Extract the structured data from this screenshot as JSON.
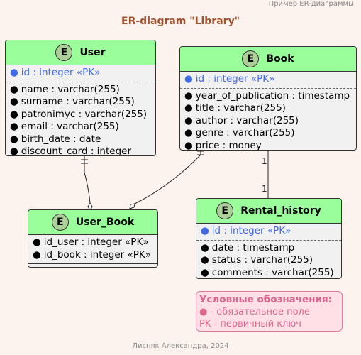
{
  "header_note": "Пример ER-диаграммы",
  "title": "ER-diagram \"Library\"",
  "footer_note": "Лисняк Александра, 2024",
  "entity_badge": "E",
  "bullet": "●",
  "entities": {
    "user": {
      "name": "User",
      "key_fields": [
        "id : integer «PK»"
      ],
      "fields": [
        "name : varchar(255)",
        "surname : varchar(255)",
        "patronimyc : varchar(255)",
        "email : varchar(255)",
        "birth_date : date",
        "discount_card : integer"
      ]
    },
    "book": {
      "name": "Book",
      "key_fields": [
        "id : integer «PK»"
      ],
      "fields": [
        "year_of_publication : timestamp",
        "title : varchar(255)",
        "author : varchar(255)",
        "genre : varchar(255)",
        "price : money"
      ]
    },
    "user_book": {
      "name": "User_Book",
      "key_fields": [],
      "fields": [
        "id_user : integer «PK»",
        "id_book : integer «PK»"
      ]
    },
    "rental_history": {
      "name": "Rental_history",
      "key_fields": [
        "id : integer «PK»"
      ],
      "fields": [
        "date : timestamp",
        "status : varchar(255)",
        "comments : varchar(255)"
      ]
    }
  },
  "relations": {
    "book_rental_top": "1",
    "book_rental_bottom": "1"
  },
  "legend": {
    "title": "Условные обозначения:",
    "line1": "● - обязательное поле",
    "line2": "PK - первичный ключ"
  },
  "colors": {
    "entity_header": "#9aff9a",
    "key_field": "#4169e1",
    "title": "#a0522d",
    "legend_text": "#d9668e"
  }
}
